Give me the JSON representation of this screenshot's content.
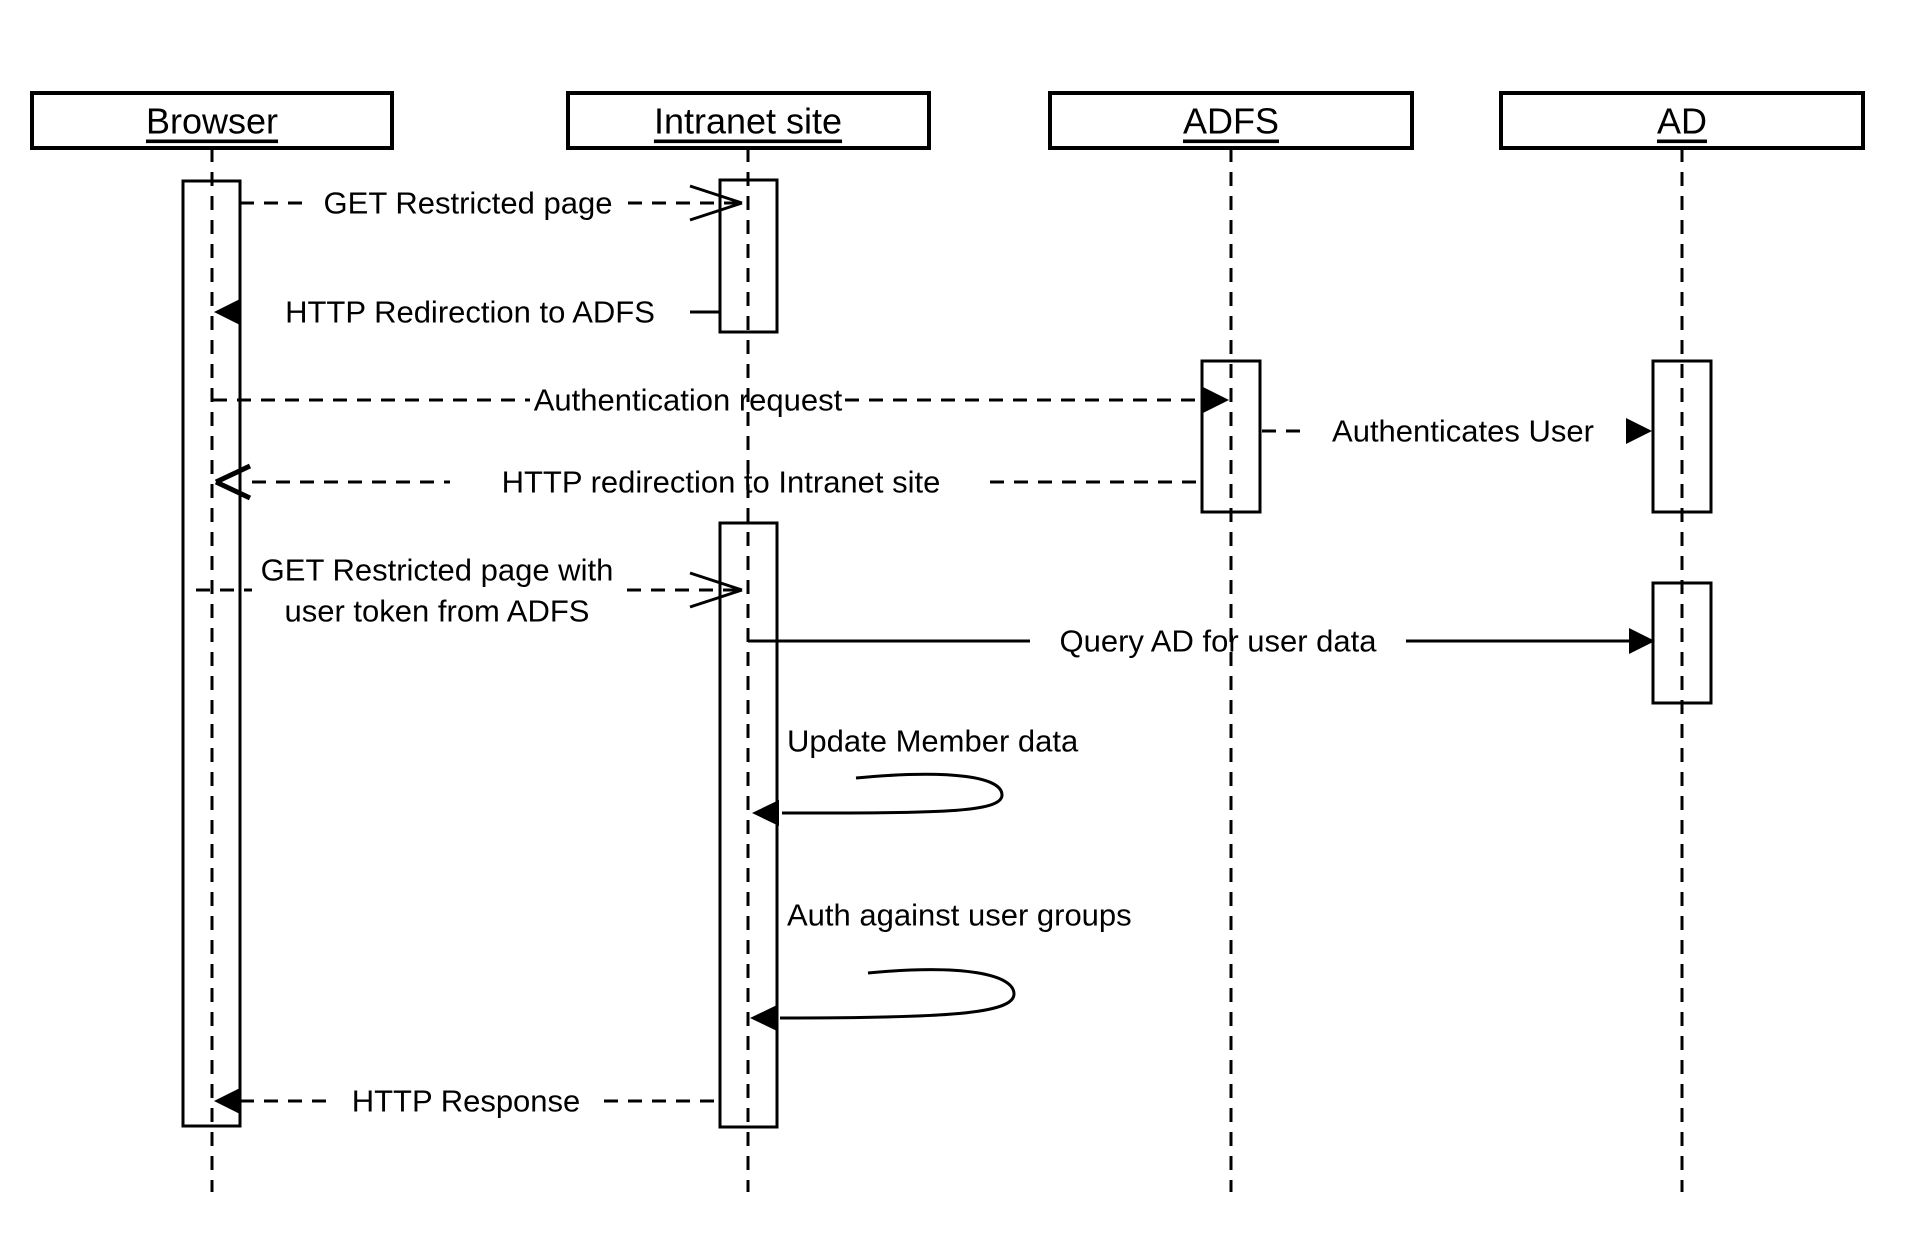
{
  "diagram": {
    "type": "uml-sequence-diagram",
    "background_color": "#ffffff",
    "line_color": "#000000",
    "actors": [
      {
        "name": "Browser"
      },
      {
        "name": "Intranet site"
      },
      {
        "name": "ADFS"
      },
      {
        "name": "AD"
      }
    ],
    "messages": [
      {
        "label": "GET Restricted page",
        "from": "Browser",
        "to": "Intranet site",
        "line": "dashed",
        "arrow": "open"
      },
      {
        "label": "HTTP Redirection to ADFS",
        "from": "Intranet site",
        "to": "Browser",
        "line": "dashed",
        "arrow": "filled"
      },
      {
        "label": "Authentication request",
        "from": "Browser",
        "to": "ADFS",
        "line": "dashed",
        "arrow": "filled"
      },
      {
        "label": "Authenticates User",
        "from": "ADFS",
        "to": "AD",
        "line": "dashed",
        "arrow": "filled"
      },
      {
        "label": "HTTP redirection to Intranet site",
        "from": "ADFS",
        "to": "Browser",
        "line": "dashed",
        "arrow": "open-chevron"
      },
      {
        "label_lines": [
          "GET Restricted page with",
          "user token from ADFS"
        ],
        "from": "Browser",
        "to": "Intranet site",
        "line": "dashed",
        "arrow": "open"
      },
      {
        "label": "Query AD for user data",
        "from": "Intranet site",
        "to": "AD",
        "line": "solid",
        "arrow": "filled"
      },
      {
        "label": "Update Member data",
        "from": "Intranet site",
        "to": "Intranet site",
        "line": "self-loop",
        "arrow": "filled"
      },
      {
        "label": "Auth against user groups",
        "from": "Intranet site",
        "to": "Intranet site",
        "line": "self-loop",
        "arrow": "filled"
      },
      {
        "label": "HTTP Response",
        "from": "Intranet site",
        "to": "Browser",
        "line": "dashed",
        "arrow": "filled"
      }
    ]
  }
}
